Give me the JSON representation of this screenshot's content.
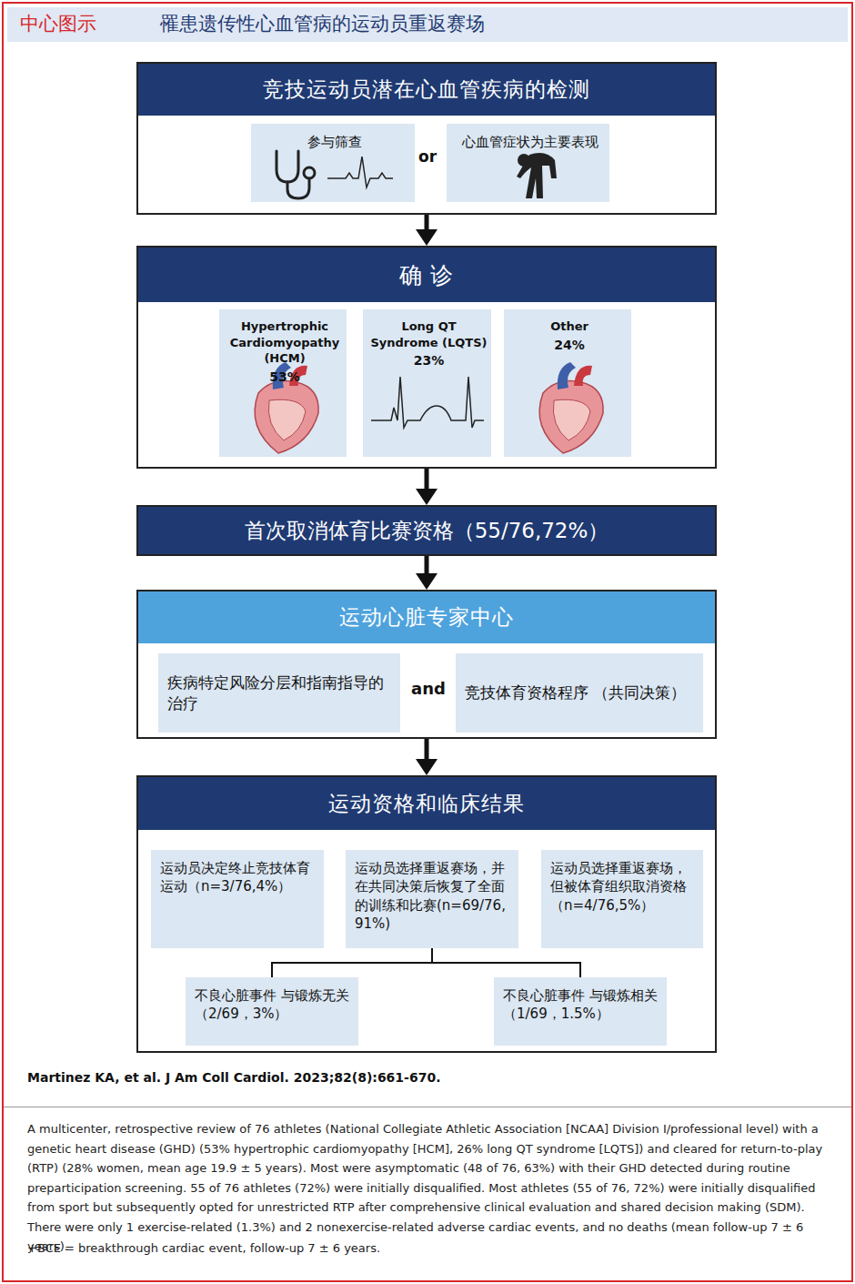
{
  "diagram": {
    "title": "罹患遗传性心血管病的运动员重返赛场",
    "caption": "A multicenter, retrospective review of 76 athletes (National Collegiate Athletic Association [NCAA] Division I/professional level) with a genetic heart disease (GHD) (53% hypertrophic cardiomyopathy [HCM], 26% long QT syndrome [LQTS]) and cleared for return-to-play (RTP) (28% women, mean age 19.9 ± 5 years). Most were asymptomatic (48 of 76, 63%) with their GHD detected during routine preparticipation screening. 55 of 76 athletes (72%) were initially disqualified. Most athletes (55 of 76, 72%) were initially disqualified from sport but subsequently opted for unrestricted RTP after comprehensive clinical evaluation and shared decision making (SDM). There were only 1 exercise-related (1.3%) and 2 nonexercise-related adverse cardiac events, and no deaths (mean follow-up 7 ± 6 years).",
    "nodes": [
      {
        "text": [
          "竞技运动员潜在心血管疾病的检测"
        ]
      },
      {
        "text": [
          "参与筛查"
        ],
        "in": 0
      },
      {
        "text": [
          "心血管症状为主要表现"
        ],
        "in": 0
      },
      {
        "text": [
          "确 诊"
        ]
      },
      {
        "text": [
          "Hypertrophic Cardiomyopathy (HCM)",
          "53%"
        ],
        "in": 3
      },
      {
        "text": [
          "Long QT Syndrome (LQTS)",
          "23%"
        ],
        "in": 3
      },
      {
        "text": [
          "Other",
          "24%"
        ],
        "in": 3
      },
      {
        "text": [
          "首次取消体育比赛资格（55/76,72%）"
        ]
      },
      {
        "text": [
          "运动心脏专家中心"
        ]
      },
      {
        "text": [
          "疾病特定风险分层和指南指导的治疗"
        ],
        "in": 8
      },
      {
        "text": [
          "竞技体育资格程序 （共同决策）"
        ],
        "in": 8
      },
      {
        "text": [
          "运动资格和临床结果"
        ]
      },
      {
        "text": [
          "运动员决定终止竞技体育运动（n=3/76,4%）"
        ],
        "in": 11
      },
      {
        "text": [
          "运动员选择重返赛场，并在共同决策后恢复了全面的训练和比赛(n=69/76, 91%)"
        ],
        "in": 11
      },
      {
        "text": [
          "运动员选择重返赛场，但被体育组织取消资格（n=4/76,5%）"
        ],
        "in": 11
      },
      {
        "text": [
          "不良心脏事件 与锻炼无关 （2/69，3%）"
        ],
        "in": 11
      },
      {
        "text": [
          "不良心脏事件 与锻炼相关 （1/69，1.5%）"
        ],
        "in": 11
      }
    ],
    "edges": [
      {
        "from": 0,
        "to": 3,
        "arrow": "to"
      },
      {
        "from": 3,
        "to": 7,
        "arrow": "to"
      },
      {
        "from": 7,
        "to": 8,
        "arrow": "to"
      },
      {
        "from": 8,
        "to": 11,
        "arrow": "to"
      },
      {
        "from": 13,
        "to": 15,
        "arrow": "none"
      },
      {
        "from": 13,
        "to": 16,
        "arrow": "none"
      }
    ],
    "labels": [
      "中心图示",
      "or",
      "and",
      "Martinez KA, et al. J Am Coll Cardiol. 2023;82(8):661-670.",
      "+BCE = breakthrough cardiac event, follow-up 7 ± 6 years."
    ]
  }
}
